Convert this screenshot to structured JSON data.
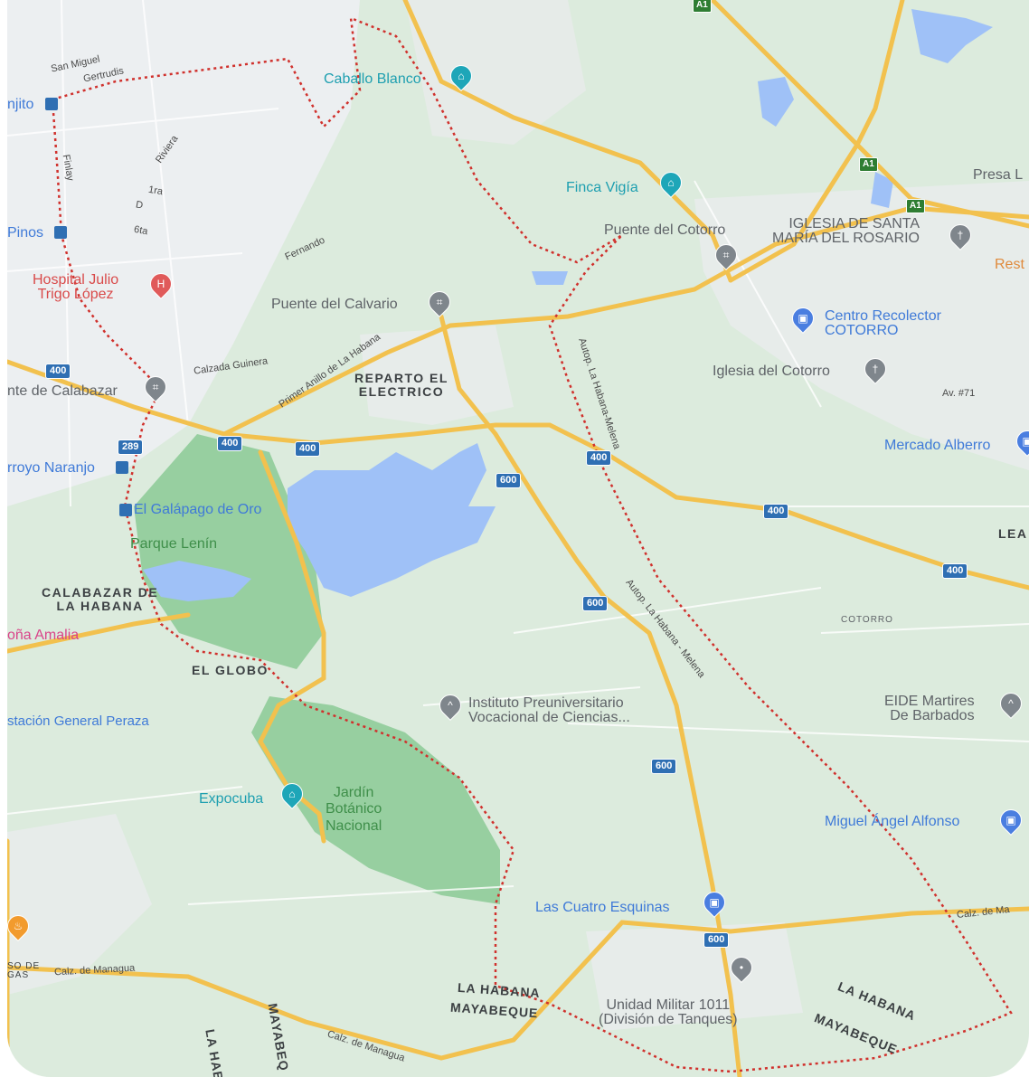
{
  "map": {
    "colors": {
      "land": "#dcebdd",
      "urban": "#eceff1",
      "park": "#97cfa0",
      "water": "#9fc1f7",
      "highway": "#f2c14e",
      "road": "#ffffff",
      "boundary": "#d0312d"
    },
    "places": {
      "san_miguel": "San Miguel",
      "gertrudis": "Gertrudis",
      "caballo_blanco": "Caballo Blanco",
      "finca_vigia": "Finca Vigía",
      "puente_cotorro": "Puente del Cotorro",
      "iglesia_santa_maria": "IGLESIA DE SANTA\nMARÍA DEL ROSARIO",
      "presa": "Presa L",
      "rest": "Rest",
      "centro_recolector": "Centro Recolector\nCOTORRO",
      "iglesia_cotorro": "Iglesia del Cotorro",
      "av71": "Av. #71",
      "mercado_alberro": "Mercado Alberro",
      "lea": "LEA",
      "cotorro": "COTORRO",
      "eide": "EIDE Martires\nDe Barbados",
      "miguel_angel": "Miguel Ángel Alfonso",
      "cuatro_esquinas": "Las Cuatro Esquinas",
      "unidad_militar": "Unidad Militar 1011\n(División de Tanques)",
      "instituto": "Instituto Preuniversitario\nVocacional de Ciencias...",
      "jardin": "Jardín\nBotánico\nNacional",
      "expocuba": "Expocuba",
      "el_globo": "EL GLOBO",
      "calabazar_hab": "CALABAZAR DE\nLA HABANA",
      "dona_amalia": "oña Amalia",
      "estacion_peraza": "stación General Peraza",
      "parque_lenin": "Parque Lenín",
      "galapago": "El Galápago de Oro",
      "arroyo_naranjo": "rroyo Naranjo",
      "puente_calabazar": "nte de Calabazar",
      "pinos": "Pinos",
      "jito": "njito",
      "hospital": "Hospital Julio\nTrigo López",
      "puente_calvario": "Puente del Calvario",
      "reparto_electrico": "REPARTO EL\nELECTRICO",
      "la_habana_1": "LA HABANA",
      "mayabeque_1": "MAYABEQUE",
      "la_habana_2": "LA HABANA",
      "mayabeque_2": "MAYABEQUE",
      "la_habana_3": "LA HAB",
      "mayabeque_3": "MAYABEQ",
      "so_de_gas": "SO DE\nGAS"
    },
    "streets": {
      "finlay": "Finlay",
      "riviera": "Riviera",
      "1ra": "1ra",
      "d": "D",
      "6ta": "6ta",
      "fernando": "Fernando",
      "calzada_guinera": "Calzada Guinera",
      "primer_anillo": "Primer Anillo de La Habana",
      "autop_melena_1": "Autop. La Habana-Melena",
      "autop_melena_2": "Autop. La Habana - Melena",
      "calz_managua_1": "Calz. de Managua",
      "calz_managua_2": "Calz. de Managua",
      "calz_ma": "Calz. de Ma"
    },
    "shields": {
      "s400a": "400",
      "s400b": "400",
      "s400c": "400",
      "s400d": "400",
      "s400e": "400",
      "s400f": "400",
      "s600a": "600",
      "s600b": "600",
      "s600c": "600",
      "s600d": "600",
      "s289": "289",
      "a1a": "A1",
      "a1b": "A1",
      "a1c": "A1"
    },
    "icons": {
      "teal_pin": "landmark-pin-icon",
      "blue_pin": "shopping-bag-icon",
      "gray_pin": "church-cross-icon",
      "transit": "train-station-icon",
      "bridge": "bridge-icon",
      "hospital": "hospital-icon"
    }
  }
}
